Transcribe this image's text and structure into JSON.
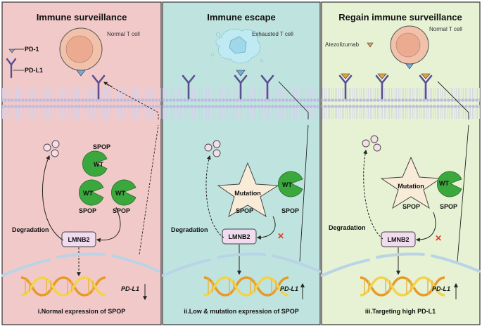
{
  "panels": [
    {
      "title": "Immune surveillance",
      "tcell_label": "Normal T cell",
      "legend_pd1": "PD-1",
      "legend_pdl1": "PD-L1",
      "wt": "WT",
      "spop": "SPOP",
      "degradation": "Degradation",
      "lmnb2": "LMNB2",
      "pdl1": "PD-L1",
      "caption": "i.Normal expression of SPOP"
    },
    {
      "title": "Immune escape",
      "tcell_label": "Exhausted T cell",
      "mutation": "Mutation",
      "wt": "WT",
      "spop": "SPOP",
      "degradation": "Degradation",
      "lmnb2": "LMNB2",
      "pdl1": "PD-L1",
      "caption": "ii.Low & mutation  expression of SPOP"
    },
    {
      "title": "Regain immune surveillance",
      "tcell_label": "Normal T cell",
      "drug_label": "Atezolizumab",
      "mutation": "Mutation",
      "wt": "WT",
      "spop": "SPOP",
      "degradation": "Degradation",
      "lmnb2": "LMNB2",
      "pdl1": "PD-L1",
      "caption": "iii.Targeting high PD-L1"
    }
  ],
  "colors": {
    "panel1_bg": "#f2c9c9",
    "panel2_bg": "#bfe4df",
    "panel3_bg": "#e6f2d3",
    "membrane": "#c9c8e6",
    "receptor": "#5b4e93",
    "pd1": "#7aa7d8",
    "drug": "#e0a24a",
    "spop_green": "#3aa83c",
    "lmnb2": "#f0dcee",
    "dna_orange": "#e89a28",
    "dna_yellow": "#f3d24c",
    "tcell": "#f1c1aa",
    "tcell_core": "#ecab91",
    "exhausted": "#bfe9f3"
  }
}
